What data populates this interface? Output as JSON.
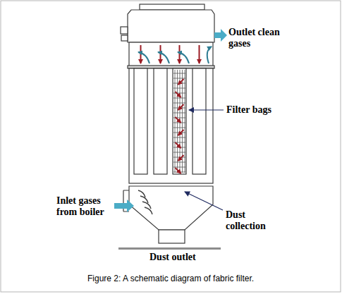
{
  "diagram": {
    "caption": "Figure 2: A schematic diagram of fabric filter.",
    "labels": [
      "Outlet clean gases",
      "Filter bags",
      "Inlet gases from boiler",
      "Dust collection",
      "Dust outlet"
    ]
  }
}
